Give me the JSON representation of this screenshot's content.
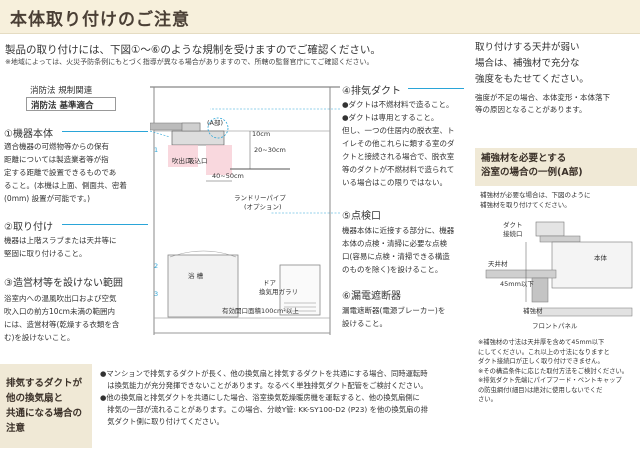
{
  "header": {
    "title": "本体取り付けのご注意"
  },
  "intro": {
    "text": "製品の取り付けには、下図①～⑥のような規制を受けますのでご確認ください。",
    "note": "※地域によっては、火災予防条例にもとづく指導が異なる場合がありますので、所轄の監督官庁にてご確認ください。"
  },
  "legend": {
    "regulation": "消防法 規制関連",
    "compliant": "消防法 基準適合"
  },
  "sections": {
    "s1": {
      "head": "①機器本体",
      "lines": [
        "適合機器の可燃物等からの保有",
        "距離については製造業者等が指",
        "定する距離で設置できるものであ",
        "ること。(本機は上面、側面共、密着",
        "(0mm) 設置が可能です。)"
      ]
    },
    "s2": {
      "head": "②取り付け",
      "lines": [
        "機器は上階スラブまたは天井等に",
        "堅固に取り付けること。"
      ]
    },
    "s3": {
      "head": "③造営材等を設けない範囲",
      "lines": [
        "浴室内への温風吹出口および空気",
        "吹入口の前方10cm未満の範囲内",
        "には、造営材等(乾燥する衣類を含",
        "む)を設けないこと。"
      ]
    },
    "s4": {
      "head": "④排気ダクト",
      "lines": [
        "●ダクトは不燃材料で造ること。",
        "●ダクトは専用とすること。",
        "但し、一つの住居内の脱衣室、ト",
        "イレその他これらに類する室のダ",
        "クトと接続される場合で、脱衣室",
        "等のダクトが不燃材料で造られて",
        "いる場合はこの限りではない。"
      ]
    },
    "s5": {
      "head": "⑤点検口",
      "lines": [
        "機器本体に近接する部分に、機器",
        "本体の点検・清掃に必要な点検",
        "口(容易に点検・清掃できる構造",
        "のものを除く)を設けること。"
      ]
    },
    "s6": {
      "head": "⑥漏電遮断器",
      "lines": [
        "漏電遮断器(電源ブレーカー)を",
        "設けること。"
      ]
    }
  },
  "diagram": {
    "label_a": "(A部)",
    "label_10cm": "10cm",
    "label_20_30cm": "20~30cm",
    "label_40_50cm": "40~50cm",
    "fukidashi": "吹出口",
    "suikomi": "吸込口",
    "laundry": "ランドリーパイプ",
    "laundry_sub": "(オプション)",
    "yokuso": "浴 槽",
    "door": "ドア",
    "door_sub": "換気用ガラリ",
    "range": "有効開口面積100cm²以上",
    "num_1": "1",
    "num_2": "2",
    "num_3": "3"
  },
  "right": {
    "warn_lines": [
      "取り付けする天井が弱い",
      "場合は、補強材で充分な",
      "強度をもたせてください。"
    ],
    "warn_small": [
      "強度が不足の場合、本体変形・本体落下",
      "等の原因となることがあります。"
    ],
    "hosei_head": [
      "補強材を必要とする",
      "浴室の場合の一例(A部)"
    ],
    "hosei_desc": [
      "補強材が必要な場合は、下図のように",
      "補強材を取り付けてください。"
    ],
    "fig": {
      "duct": "ダクト",
      "duct2": "接続口",
      "ceiling": "天井材",
      "body": "本体",
      "size": "45mm以下",
      "hosei": "補強材",
      "panel": "フロントパネル"
    },
    "notes": [
      "※補強材の寸法は天井厚を含めて45mm以下",
      "にしてください。これ以上の寸法になりますと",
      "ダクト接続口が正しく取り付けできません。",
      "※その構造条件に応じた取付方法をご検討ください。",
      "※排気ダクト先端にパイプフード・ベントキャップ",
      "の防虫網付(細目)は絶対に使用しないでくだ",
      "さい。"
    ]
  },
  "bottom": {
    "label_lines": [
      "排気するダクトが",
      "他の換気扇と",
      "共通になる場合の",
      "注意"
    ],
    "text_lines": [
      "●マンションで排気するダクトが長く、他の換気扇と排気するダクトを共通にする場合、同時運転時",
      "　は換気能力が充分発揮できないことがあります。なるべく単独排気ダクト配管をご検討ください。",
      "●他の換気扇と排気ダクトを共通にした場合、浴室換気乾燥暖房機を運転すると、他の換気扇側に",
      "　排気の一部が流れることがあります。この場合、分岐Y管: KK-SY100-D2 (P23) を他の換気扇の排",
      "　気ダクト側に取り付けてください。"
    ]
  },
  "colors": {
    "accent": "#2aa5d8",
    "beige": "#f0e9d6",
    "title_bg": "#f7f0dc"
  }
}
